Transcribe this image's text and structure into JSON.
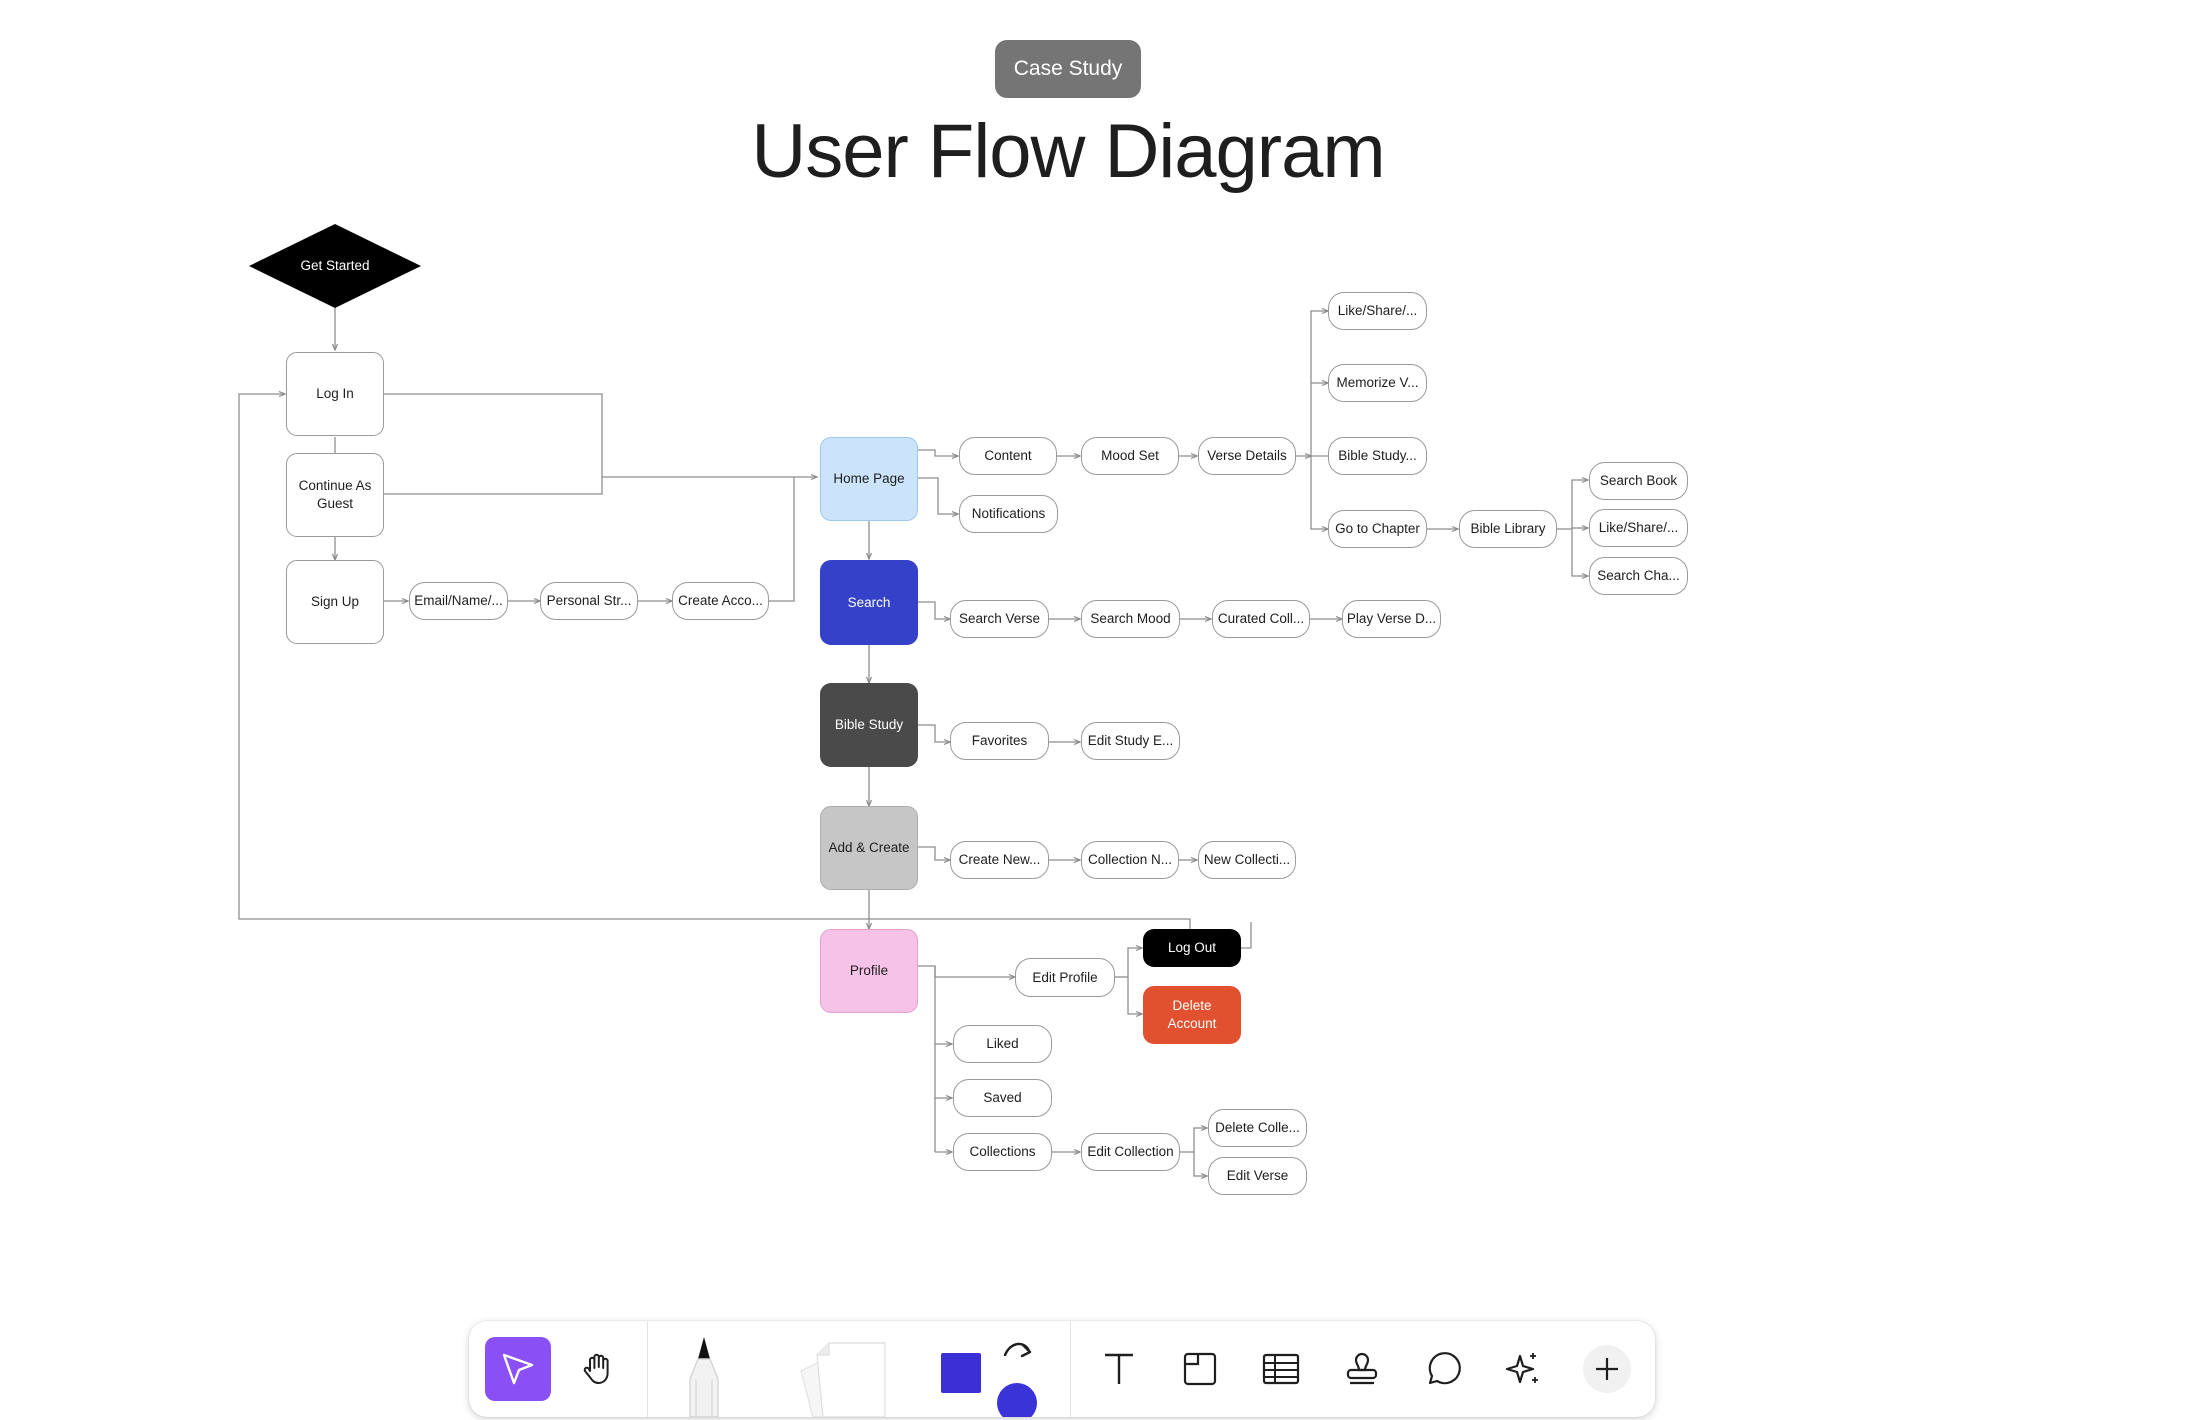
{
  "header": {
    "badge": "Case Study",
    "title": "User Flow Diagram"
  },
  "nodes": {
    "get_started": "Get Started",
    "log_in": "Log In",
    "continue_guest": "Continue As Guest",
    "sign_up": "Sign Up",
    "email_name": "Email/Name/...",
    "personal_str": "Personal Str...",
    "create_acco": "Create Acco...",
    "home_page": "Home Page",
    "content": "Content",
    "mood_set": "Mood Set",
    "verse_details": "Verse Details",
    "notifications": "Notifications",
    "like_share_1": "Like/Share/...",
    "memorize": "Memorize V...",
    "bible_study_opt": "Bible Study...",
    "go_to_chapter": "Go to Chapter",
    "bible_library": "Bible Library",
    "search_book": "Search Book",
    "like_share_2": "Like/Share/...",
    "search_cha": "Search Cha...",
    "search": "Search",
    "search_verse": "Search Verse",
    "search_mood": "Search Mood",
    "curated_coll": "Curated Coll...",
    "play_verse": "Play Verse D...",
    "bible_study": "Bible Study",
    "favorites": "Favorites",
    "edit_study": "Edit Study E...",
    "add_create": "Add & Create",
    "create_new": "Create New...",
    "collection_n": "Collection N...",
    "new_collecti": "New Collecti...",
    "profile": "Profile",
    "edit_profile": "Edit Profile",
    "log_out": "Log Out",
    "delete_account": "Delete Account",
    "liked": "Liked",
    "saved": "Saved",
    "collections": "Collections",
    "edit_collection": "Edit Collection",
    "delete_colle": "Delete Colle...",
    "edit_verse": "Edit Verse"
  },
  "colors": {
    "home_page": "#cce4fb",
    "search": "#3441c9",
    "bible_study": "#4a4a4a",
    "add_create": "#c6c6c6",
    "profile": "#f6c2e8",
    "log_out": "#000000",
    "delete_account": "#e2512f",
    "select_tool": "#8a4ff5",
    "shape_square": "#3b2fd6",
    "shape_circle": "#3a33d8"
  },
  "toolbar": {
    "tools": [
      "select-tool",
      "hand-tool",
      "pen-tool",
      "sticky-note-tool",
      "shapes-tool",
      "text-tool",
      "section-tool",
      "table-tool",
      "stamp-tool",
      "comment-tool",
      "ai-sparkle-tool",
      "add-more-tool"
    ],
    "selected": "select-tool"
  }
}
